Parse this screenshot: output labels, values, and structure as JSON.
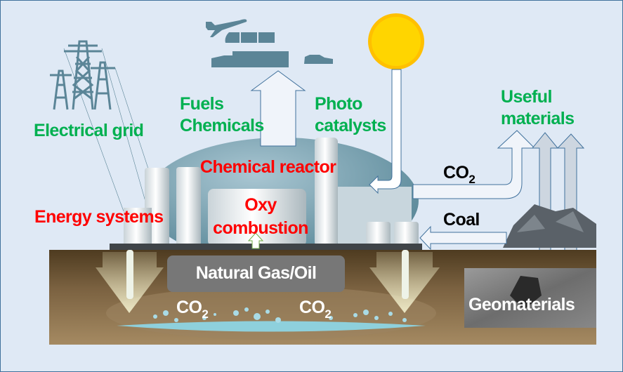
{
  "labels": {
    "electrical_grid": "Electrical grid",
    "fuels": "Fuels",
    "chemicals": "Chemicals",
    "photo": "Photo",
    "catalysts": "catalysts",
    "useful": "Useful",
    "materials": "materials",
    "chemical_reactor": "Chemical reactor",
    "energy_systems": "Energy systems",
    "oxy": "Oxy",
    "combustion": "combustion",
    "coal": "Coal",
    "natural_gas_oil": "Natural Gas/Oil",
    "geomaterials": "Geomaterials",
    "co2_input": {
      "main": "CO",
      "sub": "2"
    },
    "co2_storage_left": {
      "main": "CO",
      "sub": "2"
    },
    "co2_storage_right": {
      "main": "CO",
      "sub": "2"
    }
  },
  "colors": {
    "background": "#dfe9f5",
    "green_text": "#00b050",
    "red_text": "#ff0000",
    "icon_slate": "#5b8597",
    "sun": "#ffcc00",
    "ground": "#6b5433"
  },
  "icons": [
    "power-tower-icon",
    "airplane-icon",
    "train-icon",
    "truck-icon",
    "car-icon",
    "sun-icon"
  ]
}
